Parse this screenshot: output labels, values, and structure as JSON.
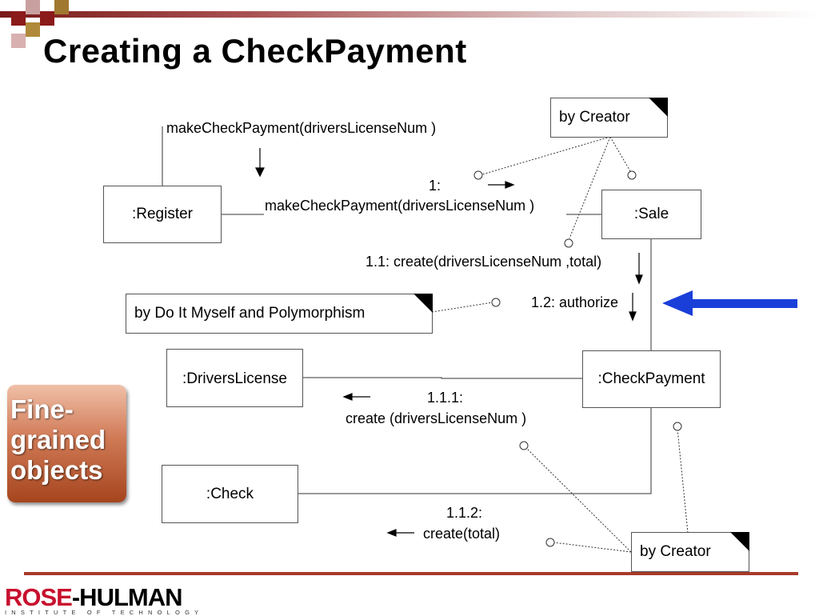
{
  "slide": {
    "title": "Creating a CheckPayment",
    "callout": [
      "Fine-",
      "grained",
      "objects"
    ]
  },
  "objects": {
    "register": ":Register",
    "sale": ":Sale",
    "check_payment": ":CheckPayment",
    "drivers_license": ":DriversLicense",
    "check": ":Check"
  },
  "notes": {
    "by_creator_top": "by Creator",
    "by_do_it_myself": "by Do It Myself and Polymorphism",
    "by_creator_bottom": "by Creator"
  },
  "messages": {
    "external": "makeCheckPayment(driversLicenseNum )",
    "m1_number": "1:",
    "m1_text": "makeCheckPayment(driversLicenseNum )",
    "m1_1": "1.1: create(driversLicenseNum ,total)",
    "m1_2": "1.2: authorize",
    "m1_1_1_number": "1.1.1:",
    "m1_1_1_text": "create (driversLicenseNum )",
    "m1_1_2_number": "1.1.2:",
    "m1_1_2_text": "create(total)"
  },
  "logo": {
    "name_part1": "ROSE",
    "name_part2": "-HULMAN",
    "subtitle": "INSTITUTE OF TECHNOLOGY"
  },
  "colors": {
    "highlight_arrow": "#1a3fd8",
    "callout": "#a5451e",
    "accent": "#a83a2a"
  }
}
